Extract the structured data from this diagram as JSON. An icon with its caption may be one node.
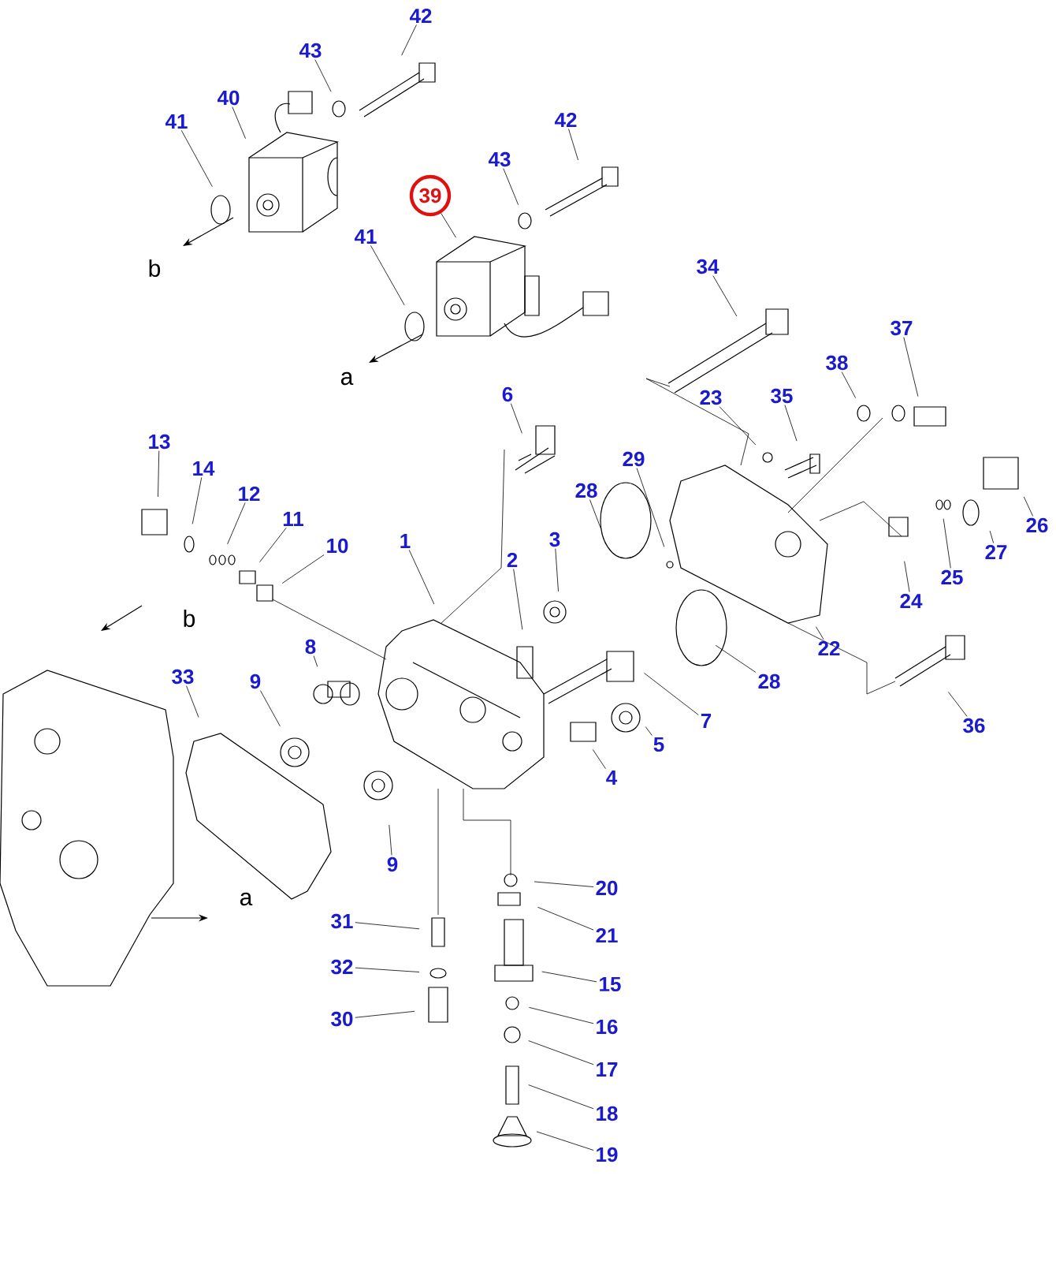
{
  "diagram": {
    "nodes": [
      {
        "text": [
          "42"
        ]
      },
      {
        "text": [
          "43"
        ]
      },
      {
        "text": [
          "40"
        ]
      },
      {
        "text": [
          "41"
        ]
      },
      {
        "text": [
          "39"
        ]
      },
      {
        "text": [
          "43"
        ]
      },
      {
        "text": [
          "42"
        ]
      },
      {
        "text": [
          "41"
        ]
      },
      {
        "text": [
          "34"
        ]
      },
      {
        "text": [
          "37"
        ]
      },
      {
        "text": [
          "38"
        ]
      },
      {
        "text": [
          "23"
        ]
      },
      {
        "text": [
          "35"
        ]
      },
      {
        "text": [
          "6"
        ]
      },
      {
        "text": [
          "13"
        ]
      },
      {
        "text": [
          "14"
        ]
      },
      {
        "text": [
          "12"
        ]
      },
      {
        "text": [
          "11"
        ]
      },
      {
        "text": [
          "10"
        ]
      },
      {
        "text": [
          "1"
        ]
      },
      {
        "text": [
          "2"
        ]
      },
      {
        "text": [
          "3"
        ]
      },
      {
        "text": [
          "28"
        ]
      },
      {
        "text": [
          "29"
        ]
      },
      {
        "text": [
          "26"
        ]
      },
      {
        "text": [
          "27"
        ]
      },
      {
        "text": [
          "25"
        ]
      },
      {
        "text": [
          "24"
        ]
      },
      {
        "text": [
          "22"
        ]
      },
      {
        "text": [
          "28"
        ]
      },
      {
        "text": [
          "7"
        ]
      },
      {
        "text": [
          "5"
        ]
      },
      {
        "text": [
          "4"
        ]
      },
      {
        "text": [
          "36"
        ]
      },
      {
        "text": [
          "8"
        ]
      },
      {
        "text": [
          "9"
        ]
      },
      {
        "text": [
          "33"
        ]
      },
      {
        "text": [
          "9"
        ]
      },
      {
        "text": [
          "20"
        ]
      },
      {
        "text": [
          "21"
        ]
      },
      {
        "text": [
          "15"
        ]
      },
      {
        "text": [
          "16"
        ]
      },
      {
        "text": [
          "17"
        ]
      },
      {
        "text": [
          "18"
        ]
      },
      {
        "text": [
          "19"
        ]
      },
      {
        "text": [
          "31"
        ]
      },
      {
        "text": [
          "32"
        ]
      },
      {
        "text": [
          "30"
        ]
      }
    ],
    "edges": [
      {
        "from": 0,
        "to": null,
        "arrow": "none"
      },
      {
        "from": 1,
        "to": null,
        "arrow": "none"
      },
      {
        "from": 2,
        "to": null,
        "arrow": "none"
      },
      {
        "from": 3,
        "to": null,
        "arrow": "none"
      },
      {
        "from": 4,
        "to": null,
        "arrow": "none"
      },
      {
        "from": 5,
        "to": null,
        "arrow": "none"
      },
      {
        "from": 6,
        "to": null,
        "arrow": "none"
      },
      {
        "from": 7,
        "to": null,
        "arrow": "none"
      },
      {
        "from": 8,
        "to": null,
        "arrow": "none"
      },
      {
        "from": 9,
        "to": null,
        "arrow": "none"
      },
      {
        "from": 10,
        "to": null,
        "arrow": "none"
      },
      {
        "from": 11,
        "to": null,
        "arrow": "none"
      },
      {
        "from": 12,
        "to": null,
        "arrow": "none"
      },
      {
        "from": 13,
        "to": null,
        "arrow": "none"
      },
      {
        "from": 14,
        "to": null,
        "arrow": "none"
      },
      {
        "from": 15,
        "to": null,
        "arrow": "none"
      },
      {
        "from": 16,
        "to": null,
        "arrow": "none"
      },
      {
        "from": 17,
        "to": null,
        "arrow": "none"
      },
      {
        "from": 18,
        "to": null,
        "arrow": "none"
      },
      {
        "from": 19,
        "to": null,
        "arrow": "none"
      },
      {
        "from": 20,
        "to": null,
        "arrow": "none"
      },
      {
        "from": 21,
        "to": null,
        "arrow": "none"
      },
      {
        "from": 22,
        "to": null,
        "arrow": "none"
      },
      {
        "from": 23,
        "to": null,
        "arrow": "none"
      },
      {
        "from": 24,
        "to": null,
        "arrow": "none"
      },
      {
        "from": 25,
        "to": null,
        "arrow": "none"
      },
      {
        "from": 26,
        "to": null,
        "arrow": "none"
      },
      {
        "from": 27,
        "to": null,
        "arrow": "none"
      },
      {
        "from": 28,
        "to": null,
        "arrow": "none"
      },
      {
        "from": 29,
        "to": null,
        "arrow": "none"
      },
      {
        "from": 30,
        "to": null,
        "arrow": "none"
      },
      {
        "from": 31,
        "to": null,
        "arrow": "none"
      },
      {
        "from": 32,
        "to": null,
        "arrow": "none"
      },
      {
        "from": 33,
        "to": null,
        "arrow": "none"
      },
      {
        "from": 34,
        "to": null,
        "arrow": "none"
      },
      {
        "from": 35,
        "to": null,
        "arrow": "none"
      },
      {
        "from": 36,
        "to": null,
        "arrow": "none"
      },
      {
        "from": 37,
        "to": null,
        "arrow": "none"
      },
      {
        "from": 38,
        "to": null,
        "arrow": "none"
      },
      {
        "from": 39,
        "to": null,
        "arrow": "none"
      },
      {
        "from": 40,
        "to": null,
        "arrow": "none"
      },
      {
        "from": 41,
        "to": null,
        "arrow": "none"
      },
      {
        "from": 42,
        "to": null,
        "arrow": "none"
      },
      {
        "from": 43,
        "to": null,
        "arrow": "none"
      },
      {
        "from": 44,
        "to": null,
        "arrow": "none"
      },
      {
        "from": 45,
        "to": null,
        "arrow": "none"
      },
      {
        "from": 46,
        "to": null,
        "arrow": "none"
      },
      {
        "from": 47,
        "to": null,
        "arrow": "none"
      }
    ],
    "labels": [
      "b",
      "a",
      "b",
      "a"
    ]
  }
}
